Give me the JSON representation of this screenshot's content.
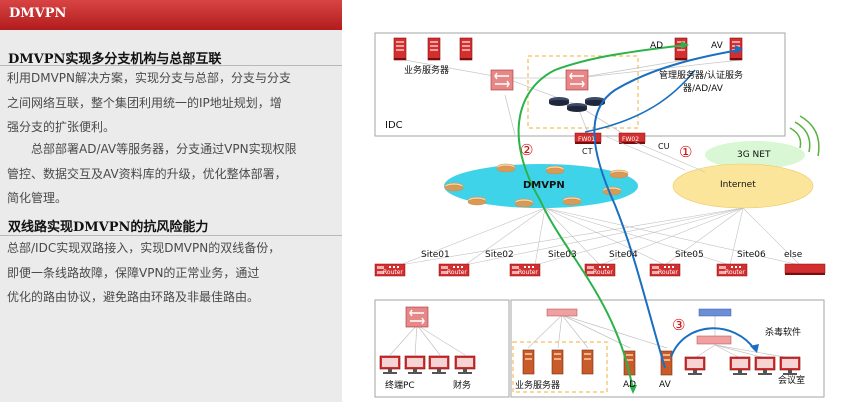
{
  "header": {
    "title": "DMVPN"
  },
  "section1": {
    "title": "DMVPN实现多分支机构与总部互联",
    "lines": [
      "利用DMVPN解决方案，实现分支与总部，分支与分支",
      "之间网络互联，整个集团利用统一的IP地址规划，增",
      "强分支的扩张便利。"
    ],
    "lines2": [
      "　　总部部署AD/AV等服务器，分支通过VPN实现权限",
      "管控、数据交互及AV资料库的升级，优化整体部署，",
      "简化管理。"
    ]
  },
  "section2": {
    "title": "双线路实现DMVPN的抗风险能力",
    "lines": [
      "总部/IDC实现双路接入，实现DMVPN的双线备份，",
      "即便一条线路故障，保障VPN的正常业务，通过",
      "优化的路由协议，避免路由环路及非最佳路由。"
    ]
  },
  "diagram": {
    "idc_label": "IDC",
    "business_servers_label": "业务服务器",
    "ad_label": "AD",
    "av_label": "AV",
    "mgmt_servers_label_1": "管理服务器/认证服务",
    "mgmt_servers_label_2": "器/AD/AV",
    "fw1_label": "FW01",
    "fw2_label": "FW02",
    "ct_label": "CT",
    "cu_label": "CU",
    "net3g_label": "3G NET",
    "internet_label": "Internet",
    "dmvpn_label": "DMVPN",
    "sites": [
      "Site01",
      "Site02",
      "Site03",
      "Site04",
      "Site05",
      "Site06",
      "else"
    ],
    "router_tag": "Router",
    "terminal_label": "终端PC",
    "finance_label": "财务",
    "branch_business_label": "业务服务器",
    "branch_ad_label": "AD",
    "branch_av_label": "AV",
    "antivirus_label": "杀毒软件",
    "meeting_label": "会议室",
    "marker1": "①",
    "marker2": "②",
    "marker3": "③",
    "colors": {
      "green_path": "#2bb34a",
      "blue_path": "#1a6fc0",
      "red_device": "#d93535",
      "dmvpn_cloud": "#3fd3ea",
      "internet_cloud": "#fbe59a",
      "net3g_cloud": "#d9f7d4"
    }
  }
}
